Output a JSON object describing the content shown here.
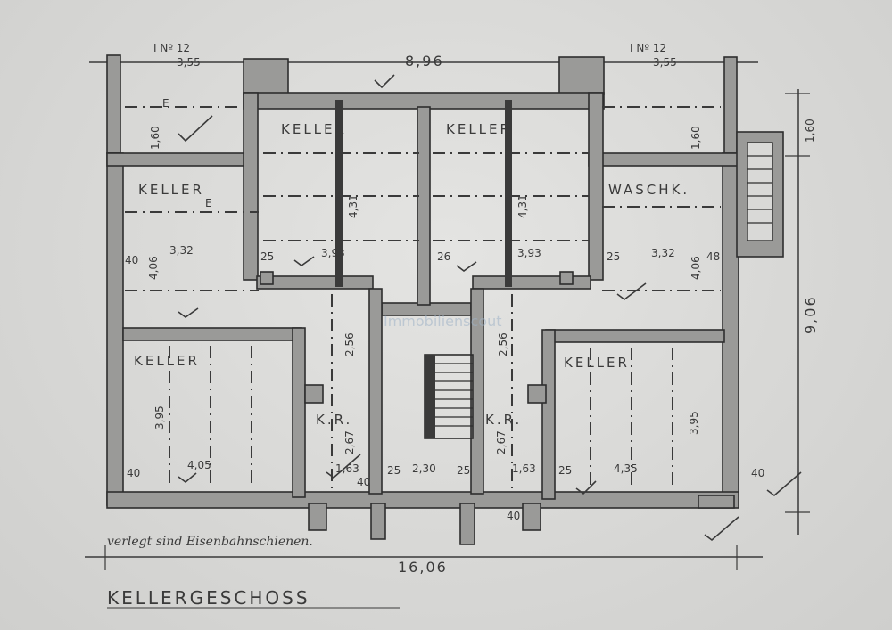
{
  "drawing": {
    "title": "KELLERGESCHOSS",
    "note": "verlegt sind Eisenbahnschienen.",
    "watermark": "Immobilienscout",
    "overall_width": "16,06",
    "top_width": "8,96",
    "right_height": "9,06",
    "top_left_label": "I Nº 12",
    "top_right_label": "I Nº 12",
    "top_left_dim": "3,55",
    "top_right_dim": "3,55",
    "right_top_dim": "1,60"
  },
  "rooms": [
    {
      "label": "KELLER"
    },
    {
      "label": "KELLER"
    },
    {
      "label": "KELLER"
    },
    {
      "label": "WASCHK."
    },
    {
      "label": "KELLER"
    },
    {
      "label": "KELLER"
    },
    {
      "label": "K.R."
    },
    {
      "label": "K.R."
    }
  ],
  "dims": [
    "3,32",
    "3,93",
    "3,93",
    "3,32",
    "4,31",
    "4,31",
    "2,56",
    "2,56",
    "3,95",
    "3,95",
    "4,05",
    "4,35",
    "2,30",
    "1,63",
    "1,63",
    "2,67",
    "2,67",
    "40",
    "40",
    "25",
    "25",
    "26",
    "25",
    "25",
    "25",
    "40",
    "40",
    "1,60",
    "1,60",
    "4,06",
    "4,06",
    "40",
    "48",
    "E",
    "E"
  ]
}
